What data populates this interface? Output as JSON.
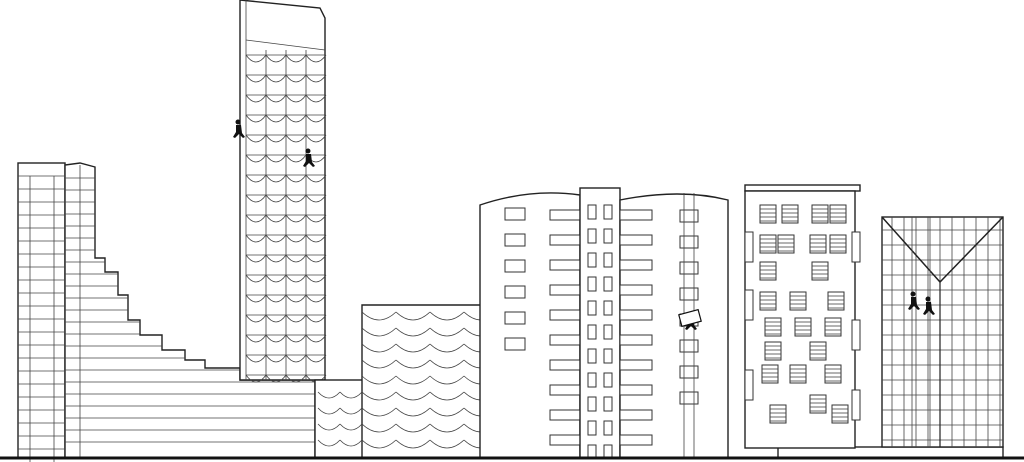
{
  "scene": {
    "ink_color": "#222222",
    "background_color": "#ffffff",
    "building_count": 9,
    "climbers": [
      {
        "building": "tall-tower"
      },
      {
        "building": "tall-tower"
      },
      {
        "building": "round-top-right"
      },
      {
        "building": "glass-tower"
      },
      {
        "building": "glass-tower"
      }
    ]
  }
}
